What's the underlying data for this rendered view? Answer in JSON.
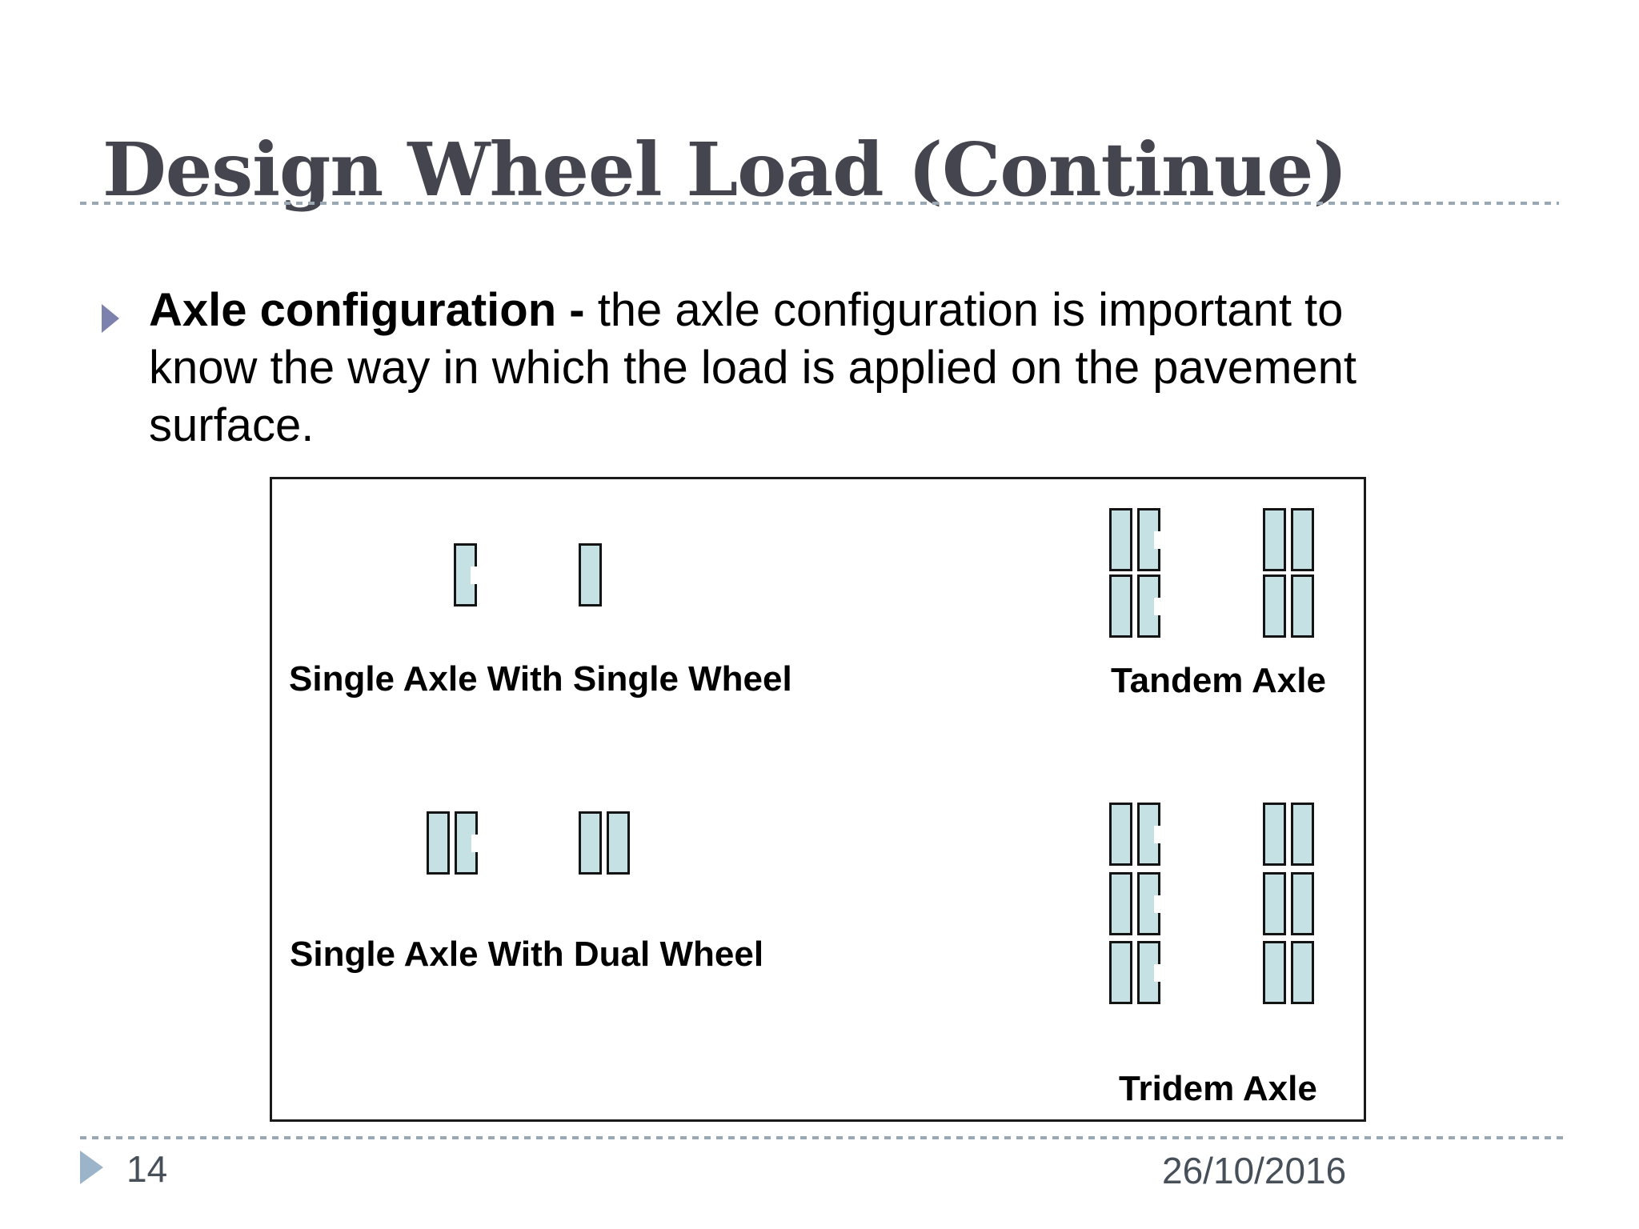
{
  "title": "Design Wheel Load (Continue)",
  "body": {
    "lines": [
      {
        "bold": "Axle configuration - ",
        "text": "the axle configuration is important to"
      },
      {
        "bold": "",
        "text": "know the way in which the load is applied on the pavement"
      },
      {
        "bold": "",
        "text": "surface."
      }
    ]
  },
  "diagram": {
    "labels": {
      "single_single": "Single Axle With Single Wheel",
      "tandem": "Tandem Axle",
      "single_dual": "Single Axle With Dual Wheel",
      "tridem": "Tridem Axle"
    }
  },
  "footer": {
    "page_number": "14",
    "date": "26/10/2016"
  },
  "icons": {
    "bullet": "right-pointing-triangle",
    "footer_marker": "right-pointing-triangle"
  },
  "colors": {
    "title_color": "#45454f",
    "body_text": "#000000",
    "wheel_fill": "#c5e1e4",
    "wheel_border": "#141414",
    "bullet_triangle": "#7d81ae",
    "footer_triangle": "#9cb4ca",
    "dash_color": "#9aa8b4",
    "footer_text": "#474f59"
  }
}
